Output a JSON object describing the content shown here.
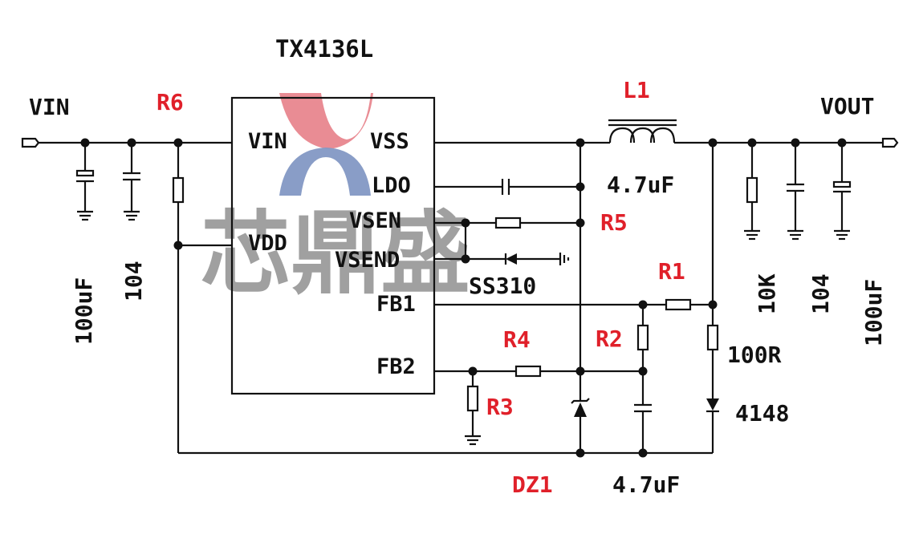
{
  "chip": {
    "title": "TX4136L",
    "pins": {
      "vin": "VIN",
      "vss": "VSS",
      "ldo": "LDO",
      "vsen": "VSEN",
      "vdd": "VDD",
      "vsend": "VSEND",
      "fb1": "FB1",
      "fb2": "FB2"
    }
  },
  "watermark": {
    "text": "芯鼎盛",
    "logo_colors": {
      "top": "#e8868e",
      "bottom": "#8398c4"
    }
  },
  "nets": {
    "input": "VIN",
    "output": "VOUT"
  },
  "components": {
    "r6": "R6",
    "r5": "R5",
    "r4": "R4",
    "r3": "R3",
    "r2": "R2",
    "r1": "R1",
    "l1": "L1",
    "dz1": "DZ1",
    "c_in_bulk": "100uF",
    "c_in_ceramic": "104",
    "c_ldo": "4.7uF",
    "c_fb": "4.7uF",
    "diode_ss": "SS310",
    "diode_4148": "4148",
    "r_100": "100R",
    "r_10k": "10K",
    "c_out_ceramic": "104",
    "c_out_bulk": "100uF"
  },
  "colors": {
    "component_ref": "#e0202a",
    "value": "#111111",
    "wire": "#111111"
  }
}
